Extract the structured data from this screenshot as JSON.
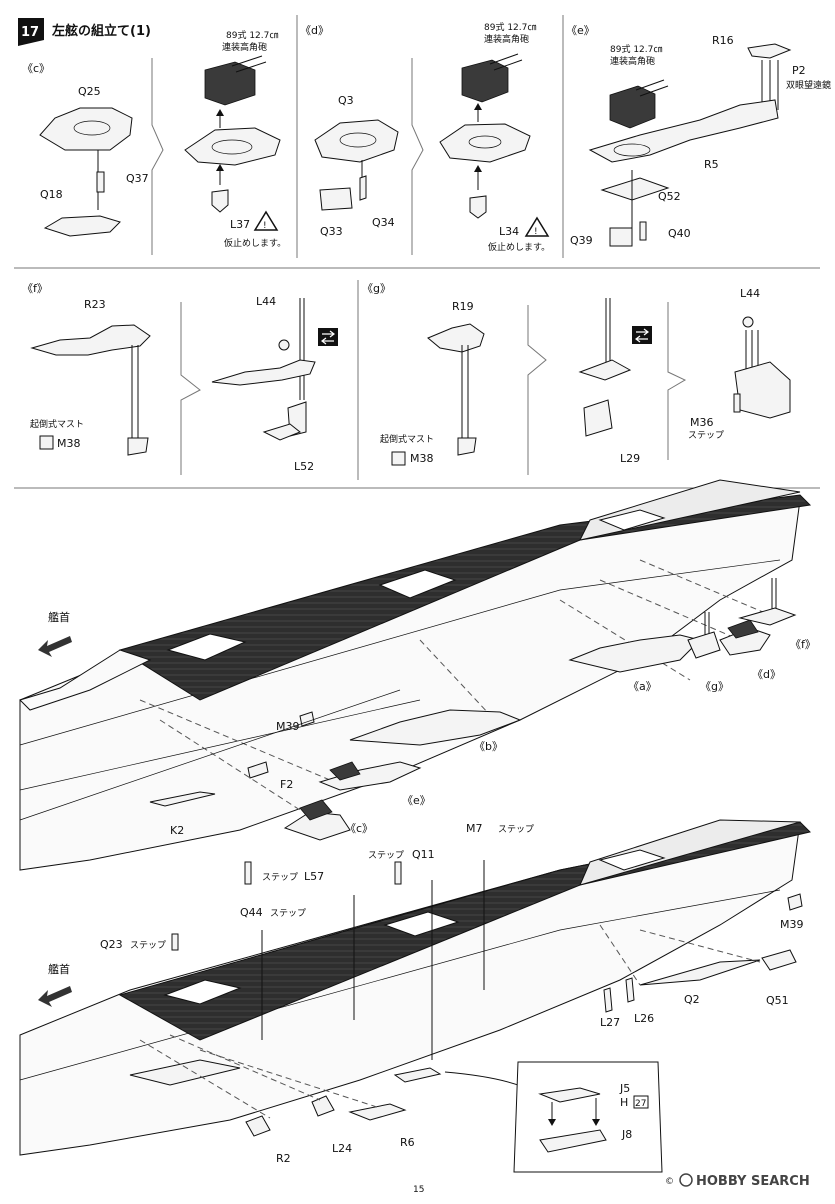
{
  "step": {
    "number": "17",
    "title": "左舷の組立て(1)"
  },
  "subassemblies": {
    "c": {
      "tag": "《c》",
      "parts": {
        "q25": "Q25",
        "q37": "Q37",
        "q18": "Q18",
        "l37": "L37"
      },
      "gun_label": "89式 12.7㎝",
      "gun_sub": "連装高角砲",
      "note": "仮止めします。"
    },
    "d": {
      "tag": "《d》",
      "parts": {
        "q3": "Q3",
        "q33": "Q33",
        "q34": "Q34",
        "l34": "L34"
      },
      "gun_label": "89式 12.7㎝",
      "gun_sub": "連装高角砲",
      "note": "仮止めします。"
    },
    "e": {
      "tag": "《e》",
      "parts": {
        "r16": "R16",
        "p2": "P2",
        "r5": "R5",
        "q52": "Q52",
        "q39": "Q39",
        "q40": "Q40"
      },
      "gun_label": "89式 12.7㎝",
      "gun_sub": "連装高角砲",
      "binocular": "双眼望遠鏡"
    },
    "f": {
      "tag": "《f》",
      "parts": {
        "r23": "R23",
        "m38": "M38",
        "l44": "L44",
        "l52": "L52"
      },
      "mast_label": "起倒式マスト"
    },
    "g": {
      "tag": "《g》",
      "parts": {
        "r19": "R19",
        "m38": "M38",
        "l29": "L29",
        "l44": "L44",
        "m36": "M36"
      },
      "mast_label": "起倒式マスト",
      "step_label": "ステップ"
    }
  },
  "main_view": {
    "bow_label": "艦首",
    "callouts": {
      "a": "《a》",
      "b": "《b》",
      "c": "《c》",
      "d": "《d》",
      "e": "《e》",
      "f": "《f》",
      "g": "《g》"
    },
    "parts": {
      "m39": "M39",
      "f2": "F2",
      "k2": "K2"
    }
  },
  "lower_view": {
    "bow_label": "艦首",
    "step_word": "ステップ",
    "parts": {
      "m7": "M7",
      "q11": "Q11",
      "l57": "L57",
      "q44": "Q44",
      "q23": "Q23",
      "m39": "M39",
      "q51": "Q51",
      "q2": "Q2",
      "l26": "L26",
      "l27": "L27",
      "r2": "R2",
      "l24": "L24",
      "r6": "R6"
    },
    "inset": {
      "j5": "J5",
      "h": "H",
      "h_box": "27",
      "j8": "J8"
    }
  },
  "page_number": "15",
  "watermark": "HOBBY SEARCH",
  "watermark_prefix": "©"
}
